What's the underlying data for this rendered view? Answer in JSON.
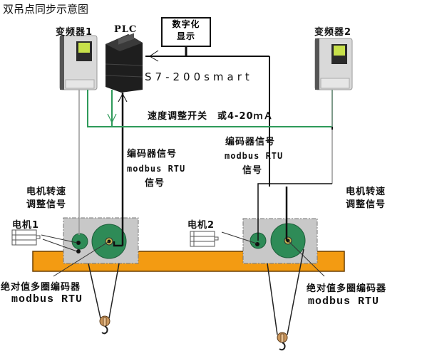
{
  "title": "双吊点同步示意图",
  "colors": {
    "signal_green": "#2e9a5a",
    "beam_orange": "#f39b12",
    "trolley_gray": "#c8c8c8",
    "drum_green": "#2e8b57",
    "pulley_tan": "#c9955a",
    "wire_black": "#111111",
    "wire_gray": "#999999"
  },
  "components": {
    "inverter1": {
      "label": "变频器1",
      "icon": "frequency-inverter-icon"
    },
    "inverter2": {
      "label": "变频器2",
      "icon": "frequency-inverter-icon"
    },
    "plc": {
      "label": "PLC",
      "model": "S7-200smart",
      "icon": "plc-module-icon"
    },
    "display": {
      "line1": "数字化",
      "line2": "显示"
    },
    "motor1": {
      "label": "电机1",
      "icon": "motor-icon"
    },
    "motor2": {
      "label": "电机2",
      "icon": "motor-icon"
    }
  },
  "signals": {
    "speed_switch": "速度调整开关　或4-20ｍＡ",
    "encoder_left": {
      "line1": "编码器信号",
      "line2": "modbus RTU",
      "line3": "信号"
    },
    "encoder_right": {
      "line1": "编码器信号",
      "line2": "modbus RTU",
      "line3": "信号"
    },
    "motor_speed_left": {
      "line1": "电机转速",
      "line2": "调整信号"
    },
    "motor_speed_right": {
      "line1": "电机转速",
      "line2": "调整信号"
    }
  },
  "encoders": {
    "left": {
      "line1": "绝对值多圈编码器",
      "line2": "modbus RTU"
    },
    "right": {
      "line1": "绝对值多圈编码器",
      "line2": "modbus RTU"
    }
  }
}
